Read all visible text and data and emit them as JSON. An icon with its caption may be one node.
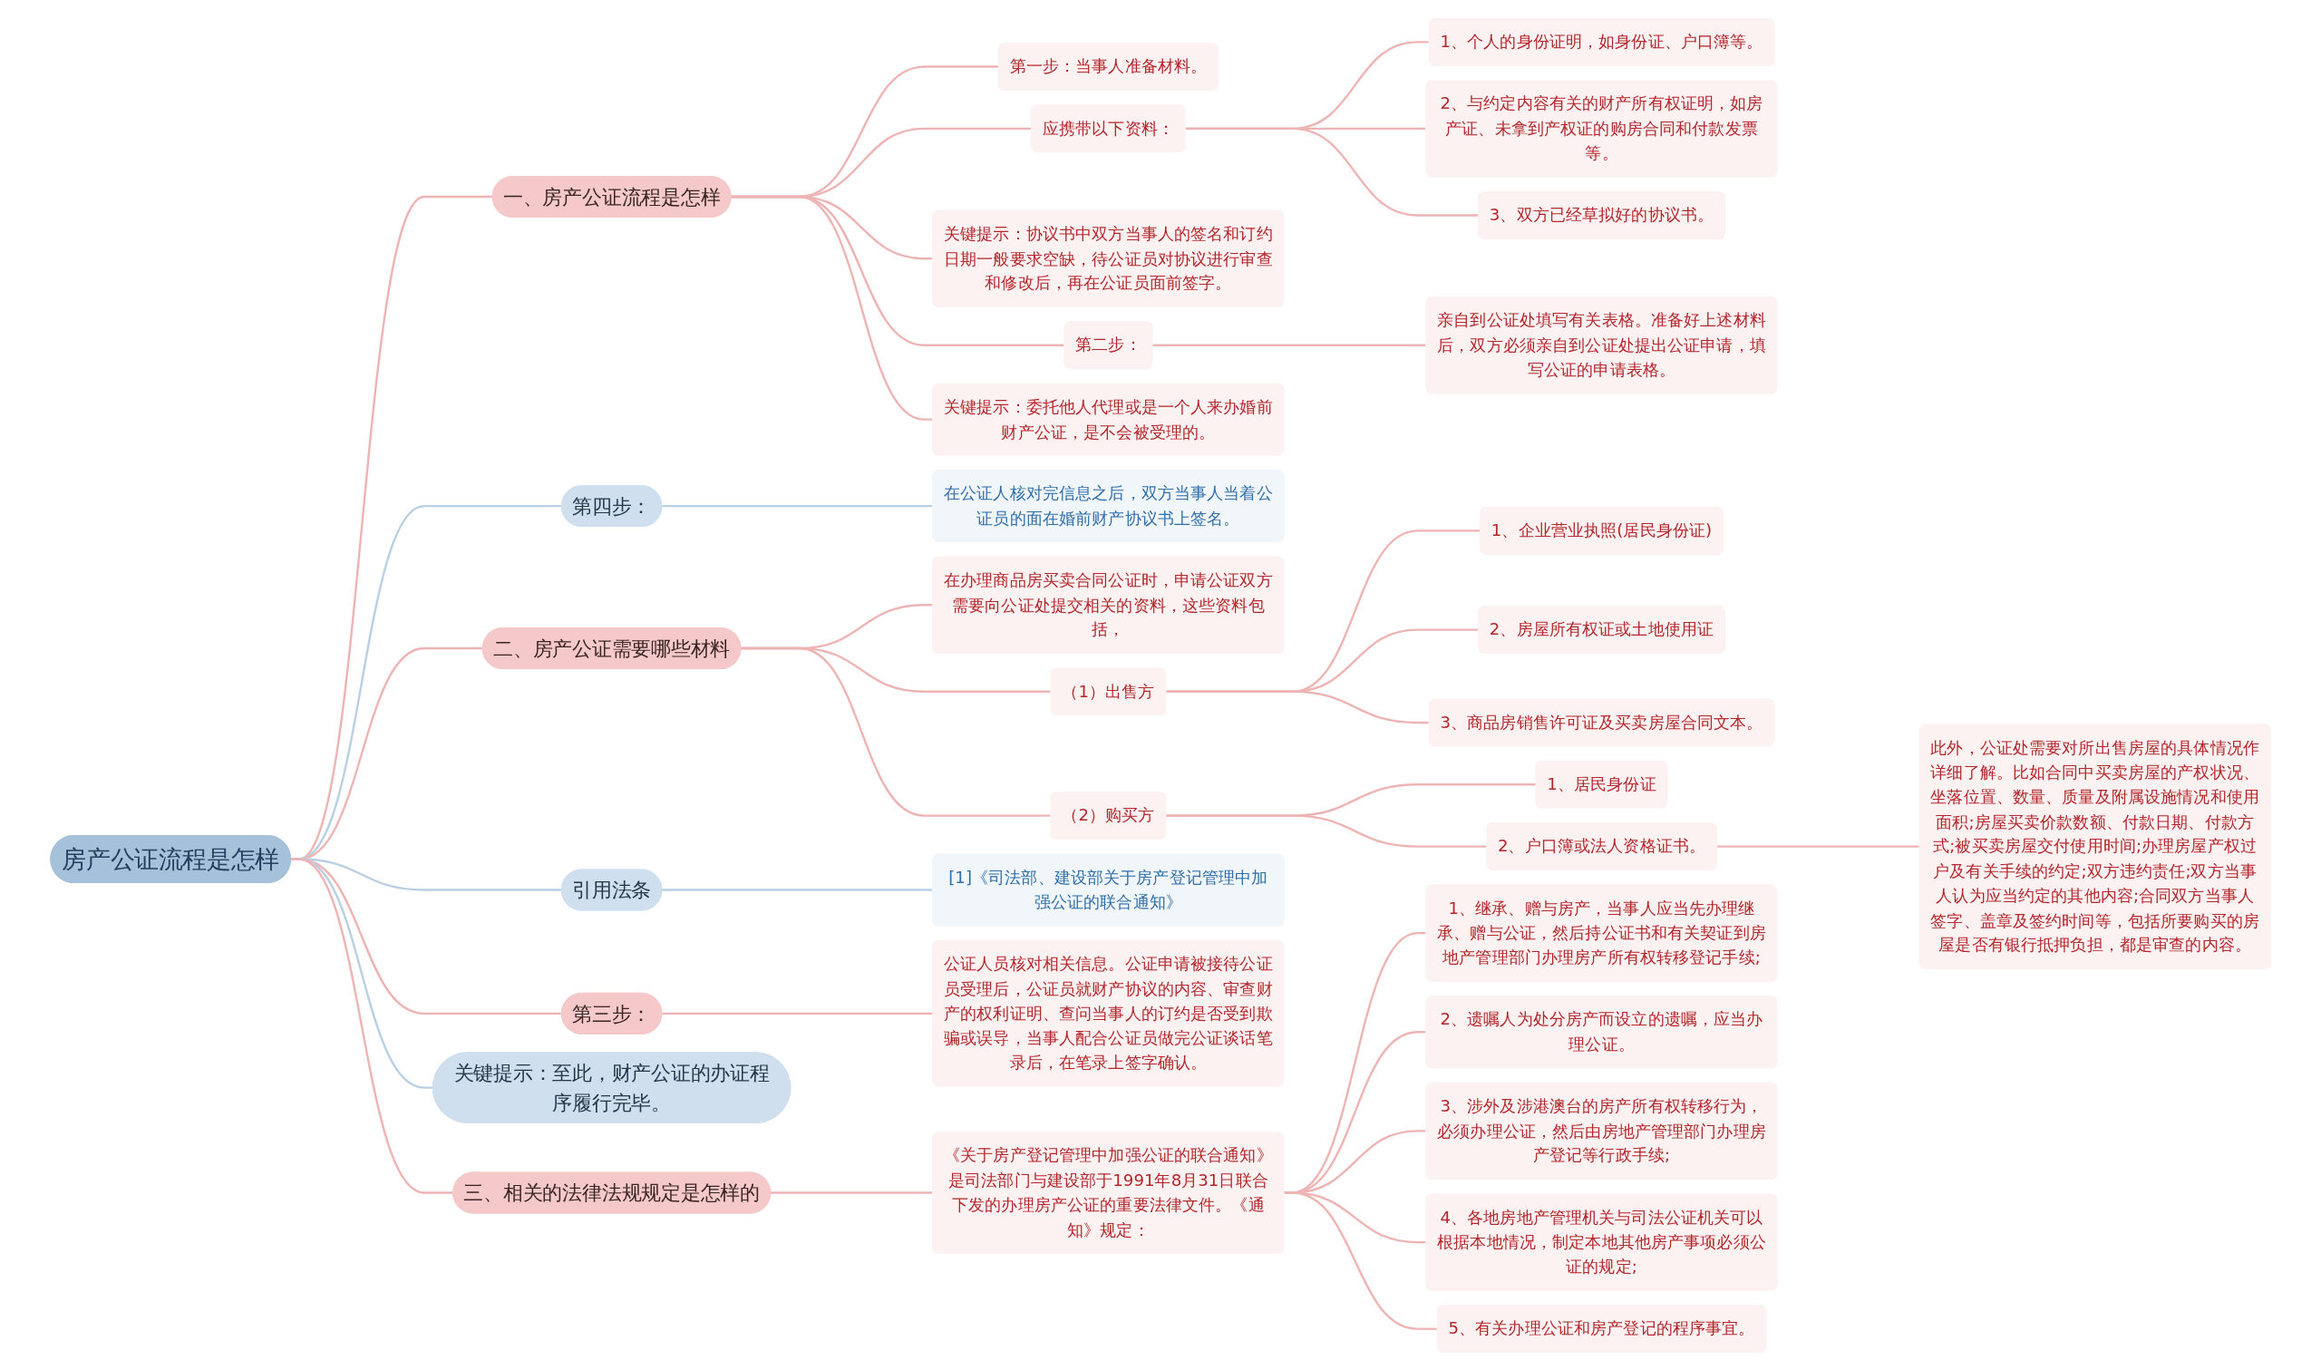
{
  "diagram": {
    "nodes": [
      {
        "text": [
          "房产公证流程是怎样"
        ]
      },
      {
        "text": [
          "一、房产公证流程是怎样"
        ]
      },
      {
        "text": [
          "第一步：当事人准备材料。"
        ]
      },
      {
        "text": [
          "应携带以下资料："
        ]
      },
      {
        "text": [
          "1、个人的身份证明，如身份证、户口簿等。"
        ]
      },
      {
        "text": [
          "2、与约定内容有关的财产所有权证明，如房产证、未拿到产权证的购房合同和付款发票等。"
        ]
      },
      {
        "text": [
          "3、双方已经草拟好的协议书。"
        ]
      },
      {
        "text": [
          "关键提示：协议书中双方当事人的签名和订约日期一般要求空缺，待公证员对协议进行审查和修改后，再在公证员面前签字。"
        ]
      },
      {
        "text": [
          "第二步："
        ]
      },
      {
        "text": [
          "亲自到公证处填写有关表格。准备好上述材料后，双方必须亲自到公证处提出公证申请，填写公证的申请表格。"
        ]
      },
      {
        "text": [
          "关键提示：委托他人代理或是一个人来办婚前财产公证，是不会被受理的。"
        ]
      },
      {
        "text": [
          "第四步："
        ]
      },
      {
        "text": [
          "在公证人核对完信息之后，双方当事人当着公证员的面在婚前财产协议书上签名。"
        ]
      },
      {
        "text": [
          "二、房产公证需要哪些材料"
        ]
      },
      {
        "text": [
          "在办理商品房买卖合同公证时，申请公证双方需要向公证处提交相关的资料，这些资料包括，"
        ]
      },
      {
        "text": [
          "（1）出售方"
        ]
      },
      {
        "text": [
          "1、企业营业执照(居民身份证)"
        ]
      },
      {
        "text": [
          "2、房屋所有权证或土地使用证"
        ]
      },
      {
        "text": [
          "3、商品房销售许可证及买卖房屋合同文本。"
        ]
      },
      {
        "text": [
          "（2）购买方"
        ]
      },
      {
        "text": [
          "1、居民身份证"
        ]
      },
      {
        "text": [
          "2、户口簿或法人资格证书。"
        ]
      },
      {
        "text": [
          "此外，公证处需要对所出售房屋的具体情况作详细了解。比如合同中买卖房屋的产权状况、坐落位置、数量、质量及附属设施情况和使用面积;房屋买卖价款数额、付款日期、付款方式;被买卖房屋交付使用时间;办理房屋产权过户及有关手续的约定;双方违约责任;双方当事人认为应当约定的其他内容;合同双方当事人签字、盖章及签约时间等，包括所要购买的房屋是否有银行抵押负担，都是审查的内容。"
        ]
      },
      {
        "text": [
          "引用法条"
        ]
      },
      {
        "text": [
          "[1]《司法部、建设部关于房产登记管理中加强公证的联合通知》"
        ]
      },
      {
        "text": [
          "第三步："
        ]
      },
      {
        "text": [
          "公证人员核对相关信息。公证申请被接待公证员受理后，公证员就财产协议的内容、审查财产的权利证明、查问当事人的订约是否受到欺骗或误导，当事人配合公证员做完公证谈话笔录后，在笔录上签字确认。"
        ]
      },
      {
        "text": [
          "关键提示：至此，财产公证的办证程序履行完毕。"
        ]
      },
      {
        "text": [
          "三、相关的法律法规规定是怎样的"
        ]
      },
      {
        "text": [
          "《关于房产登记管理中加强公证的联合通知》是司法部门与建设部于1991年8月31日联合下发的办理房产公证的重要法律文件。《通知》规定："
        ]
      },
      {
        "text": [
          "1、继承、赠与房产，当事人应当先办理继承、赠与公证，然后持公证书和有关契证到房地产管理部门办理房产所有权转移登记手续;"
        ]
      },
      {
        "text": [
          "2、遗嘱人为处分房产而设立的遗嘱，应当办理公证。"
        ]
      },
      {
        "text": [
          "3、涉外及涉港澳台的房产所有权转移行为，必须办理公证，然后由房地产管理部门办理房产登记等行政手续;"
        ]
      },
      {
        "text": [
          "4、各地房地产管理机关与司法公证机关可以根据本地情况，制定本地其他房产事项必须公证的规定;"
        ]
      },
      {
        "text": [
          "5、有关办理公证和房产登记的程序事宜。"
        ]
      }
    ],
    "edges": [
      {
        "from": 0,
        "to": 1,
        "arrow": "none"
      },
      {
        "from": 1,
        "to": 2,
        "arrow": "none"
      },
      {
        "from": 1,
        "to": 3,
        "arrow": "none"
      },
      {
        "from": 3,
        "to": 4,
        "arrow": "none"
      },
      {
        "from": 3,
        "to": 5,
        "arrow": "none"
      },
      {
        "from": 3,
        "to": 6,
        "arrow": "none"
      },
      {
        "from": 1,
        "to": 7,
        "arrow": "none"
      },
      {
        "from": 1,
        "to": 8,
        "arrow": "none"
      },
      {
        "from": 8,
        "to": 9,
        "arrow": "none"
      },
      {
        "from": 1,
        "to": 10,
        "arrow": "none"
      },
      {
        "from": 0,
        "to": 11,
        "arrow": "none",
        "color": "#b9d0e4"
      },
      {
        "from": 11,
        "to": 12,
        "arrow": "none",
        "color": "#b9d0e4"
      },
      {
        "from": 0,
        "to": 13,
        "arrow": "none"
      },
      {
        "from": 13,
        "to": 14,
        "arrow": "none"
      },
      {
        "from": 13,
        "to": 15,
        "arrow": "none"
      },
      {
        "from": 15,
        "to": 16,
        "arrow": "none"
      },
      {
        "from": 15,
        "to": 17,
        "arrow": "none"
      },
      {
        "from": 15,
        "to": 18,
        "arrow": "none"
      },
      {
        "from": 13,
        "to": 19,
        "arrow": "none"
      },
      {
        "from": 19,
        "to": 20,
        "arrow": "none"
      },
      {
        "from": 19,
        "to": 21,
        "arrow": "none"
      },
      {
        "from": 21,
        "to": 22,
        "arrow": "none"
      },
      {
        "from": 0,
        "to": 23,
        "arrow": "none",
        "color": "#b9d0e4"
      },
      {
        "from": 23,
        "to": 24,
        "arrow": "none",
        "color": "#b9d0e4"
      },
      {
        "from": 0,
        "to": 25,
        "arrow": "none"
      },
      {
        "from": 25,
        "to": 26,
        "arrow": "none"
      },
      {
        "from": 0,
        "to": 27,
        "arrow": "none",
        "color": "#b9d0e4"
      },
      {
        "from": 0,
        "to": 28,
        "arrow": "none"
      },
      {
        "from": 28,
        "to": 29,
        "arrow": "none"
      },
      {
        "from": 29,
        "to": 30,
        "arrow": "none"
      },
      {
        "from": 29,
        "to": 31,
        "arrow": "none"
      },
      {
        "from": 29,
        "to": 32,
        "arrow": "none"
      },
      {
        "from": 29,
        "to": 33,
        "arrow": "none"
      },
      {
        "from": 29,
        "to": 34,
        "arrow": "none"
      }
    ]
  }
}
